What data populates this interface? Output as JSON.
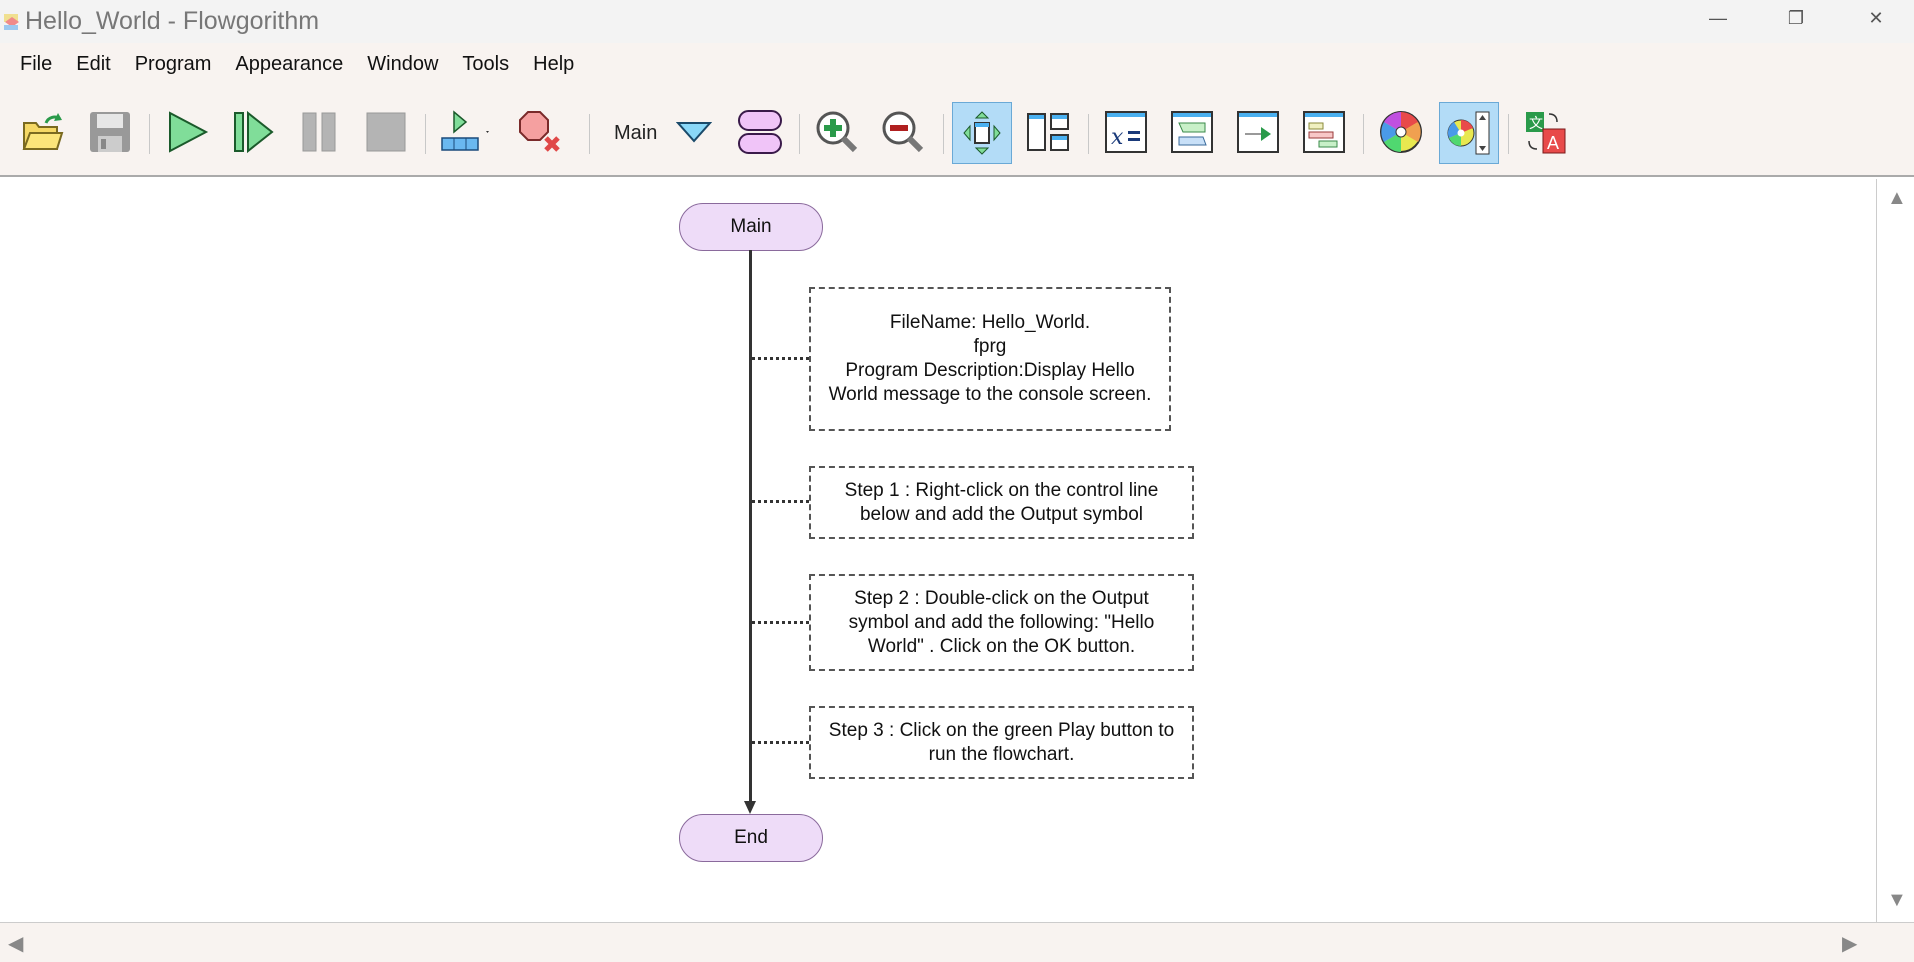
{
  "window": {
    "title": "Hello_World - Flowgorithm",
    "minimize": "—",
    "restore": "❐",
    "close": "✕"
  },
  "menu": [
    "File",
    "Edit",
    "Program",
    "Appearance",
    "Window",
    "Tools",
    "Help"
  ],
  "toolbar": {
    "function_label": "Main",
    "colors": {
      "play": "#80dd99",
      "pause": "#b4b4b4",
      "oval": "#f0c4f8",
      "active": "#b3dcf7"
    }
  },
  "flowchart": {
    "start": "Main",
    "end": "End",
    "comments": [
      "FileName: Hello_World.\nfprg\nProgram Description:Display Hello World message to the console screen.",
      "Step 1 : Right-click on the control line below and add the Output symbol",
      "Step 2 : Double-click on the Output symbol and add the following: \"Hello World\" . Click on the OK button.",
      "Step 3 : Click on the green Play button to run the flowchart."
    ]
  }
}
